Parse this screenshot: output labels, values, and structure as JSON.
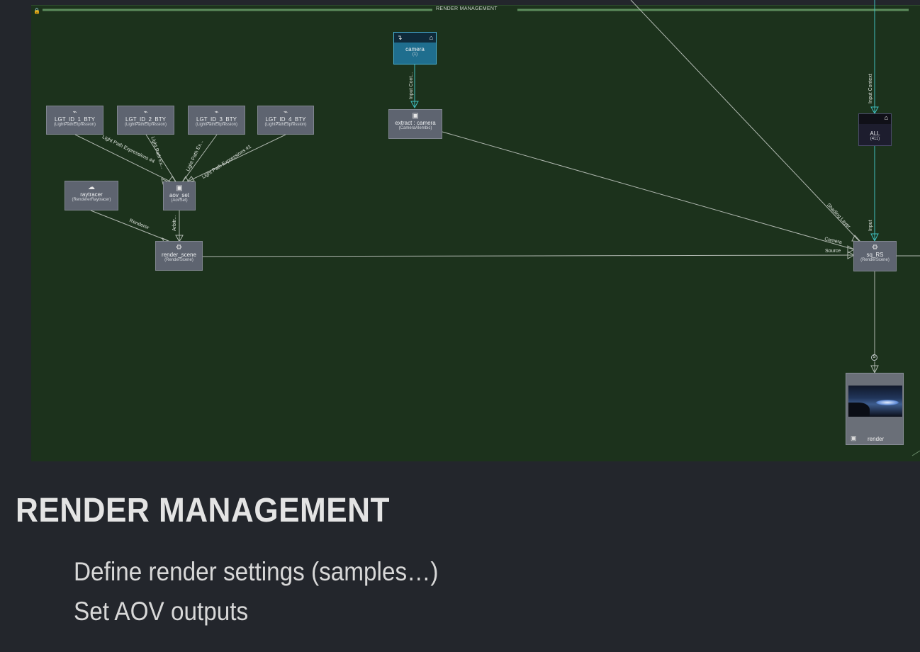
{
  "group": {
    "title": "RENDER MANAGEMENT"
  },
  "nodes": {
    "lgt1": {
      "name": "LGT_ID_1_BTY",
      "type": "(LightPathExpression)"
    },
    "lgt2": {
      "name": "LGT_ID_2_BTY",
      "type": "(LightPathExpression)"
    },
    "lgt3": {
      "name": "LGT_ID_3_BTY",
      "type": "(LightPathExpression)"
    },
    "lgt4": {
      "name": "LGT_ID_4_BTY",
      "type": "(LightPathExpression)"
    },
    "raytracer": {
      "name": "raytracer",
      "type": "(RendererRaytracer)"
    },
    "aov_set": {
      "name": "aov_set",
      "type": "(AovSet)"
    },
    "render_scene": {
      "name": "render_scene",
      "type": "(RenderScene)"
    },
    "camera": {
      "name": "camera",
      "count": "(1)"
    },
    "extract_camera": {
      "name": "extract : camera",
      "type": "(CameraAlembic)"
    },
    "all": {
      "name": "ALL",
      "count": "(411)"
    },
    "sq_rs": {
      "name": "sq_RS",
      "type": "(RenderScene)"
    },
    "render": {
      "name": "render"
    }
  },
  "wire_labels": {
    "lpe4": "Light Path Expressions #4",
    "lpe_ex1": "Light Path Ex...",
    "lpe_ex2": "Light Path Ex...",
    "lpe1": "Light Path Expressions #1",
    "renderer": "Renderer",
    "arbit": "Arbitr...",
    "input_context_cam": "Input Cont...",
    "input_context_all": "Input Context",
    "shading_layer": "Shading Layer",
    "camera": "Camera",
    "source": "Source",
    "input": "Input"
  },
  "slide": {
    "title": "RENDER MANAGEMENT",
    "bullets": [
      "Define render settings (samples…)",
      "Set AOV outputs"
    ]
  },
  "colors": {
    "graph_bg": "#1c321c",
    "node": "#5e6470",
    "camera_node": "#1f6e8e",
    "wire": "#a8b0a8",
    "context_wire": "#3fc0c0",
    "page_bg": "#23262c"
  },
  "icons": [
    "lock-icon",
    "light-path-icon",
    "aov-image-icon",
    "renderer-icon",
    "render-scene-icon",
    "camera-icon",
    "home-icon",
    "stamp-icon"
  ]
}
